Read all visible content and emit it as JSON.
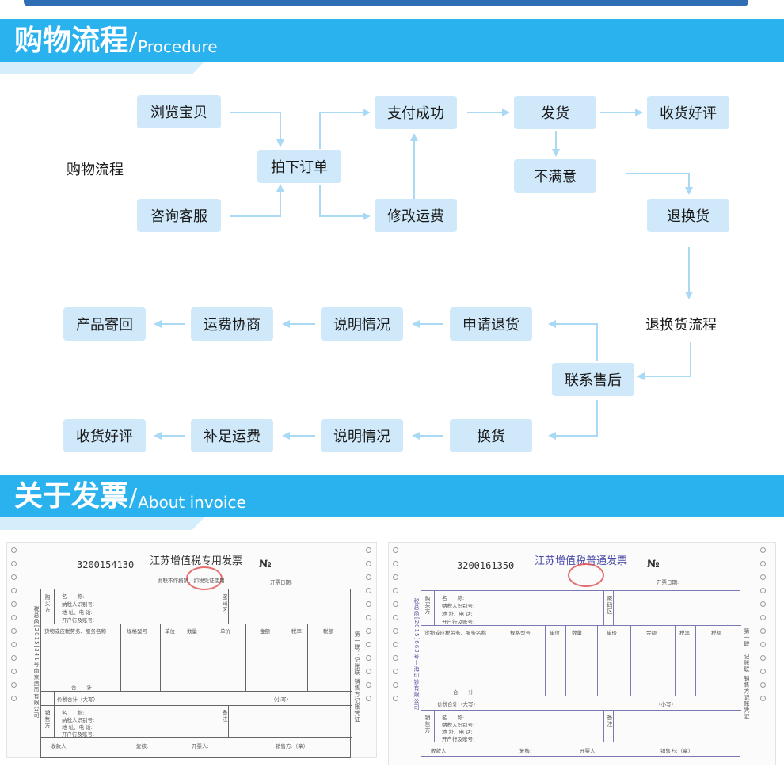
{
  "section1": {
    "title": "购物流程",
    "subtitle": "Procedure"
  },
  "section2": {
    "title": "关于发票",
    "subtitle": "About invoice"
  },
  "flow": {
    "left_label": "购物流程",
    "right_label": "退换货流程",
    "browse": "浏览宝贝",
    "consult": "咨询客服",
    "order": "拍下订单",
    "pay": "支付成功",
    "modify_fee": "修改运费",
    "ship": "发货",
    "receive_review_1": "收货好评",
    "unsatisfied": "不满意",
    "return": "退换货",
    "apply_return": "申请退货",
    "explain_1": "说明情况",
    "fee_negotiate": "运费协商",
    "product_return": "产品寄回",
    "contact_service": "联系售后",
    "exchange": "换货",
    "explain_2": "说明情况",
    "pay_fee": "补足运费",
    "receive_review_2": "收货好评"
  },
  "invoice1": {
    "number": "3200154130",
    "title": "江苏增值税专用发票",
    "no_label": "№",
    "note": "此联不作报销、扣税凭证使用",
    "date_label": "开票日期:",
    "buyer_label": "购买方",
    "name_label": "名　　称:",
    "taxid_label": "纳税人识别号:",
    "addr_label": "地 址、电 话:",
    "bank_label": "开户行及账号:",
    "code_label": "密码区",
    "col_goods": "货物或应税劳务、服务名称",
    "col_spec": "规格型号",
    "col_unit": "单位",
    "col_qty": "数量",
    "col_price": "单价",
    "col_amount": "金额",
    "col_rate": "税率",
    "col_tax": "税额",
    "total_label": "合　　计",
    "total_words": "价税合计（大写）",
    "total_small": "（小写）",
    "seller_label": "销售方",
    "remark_label": "备注",
    "payee": "收款人:",
    "reviewer": "复核:",
    "issuer": "开票人:",
    "seller_stamp": "销售方:（章）",
    "side_note": "第一联：记账联 销售方记账凭证",
    "left_code": "税总函[2015]341号南京造币有限公司"
  },
  "invoice2": {
    "number": "3200161350",
    "title": "江苏增值税普通发票",
    "no_label": "№",
    "date_label": "开票日期:",
    "buyer_label": "购买方",
    "name_label": "名　　称:",
    "taxid_label": "纳税人识别号:",
    "addr_label": "地 址、电 话:",
    "bank_label": "开户行及账号:",
    "code_label": "密码区",
    "col_goods": "货物或应税劳务、服务名称",
    "col_spec": "规格型号",
    "col_unit": "单位",
    "col_qty": "数量",
    "col_price": "单价",
    "col_amount": "金额",
    "col_rate": "税率",
    "col_tax": "税额",
    "total_label": "合　　计",
    "total_words": "价税合计（大写）",
    "total_small": "（小写）",
    "seller_label": "销售方",
    "remark_label": "备注",
    "payee": "收款人:",
    "reviewer": "复核:",
    "issuer": "开票人:",
    "seller_stamp": "销售方:（章）",
    "side_note": "第一联：记账联 销售方记账凭证",
    "left_code": "税总函[2015]663号上海印钞有限公司"
  },
  "colors": {
    "banner": "#2ab2ee",
    "node": "#cfe9fb",
    "arrow": "#a9d9f5",
    "stamp": "#e04a4a"
  }
}
